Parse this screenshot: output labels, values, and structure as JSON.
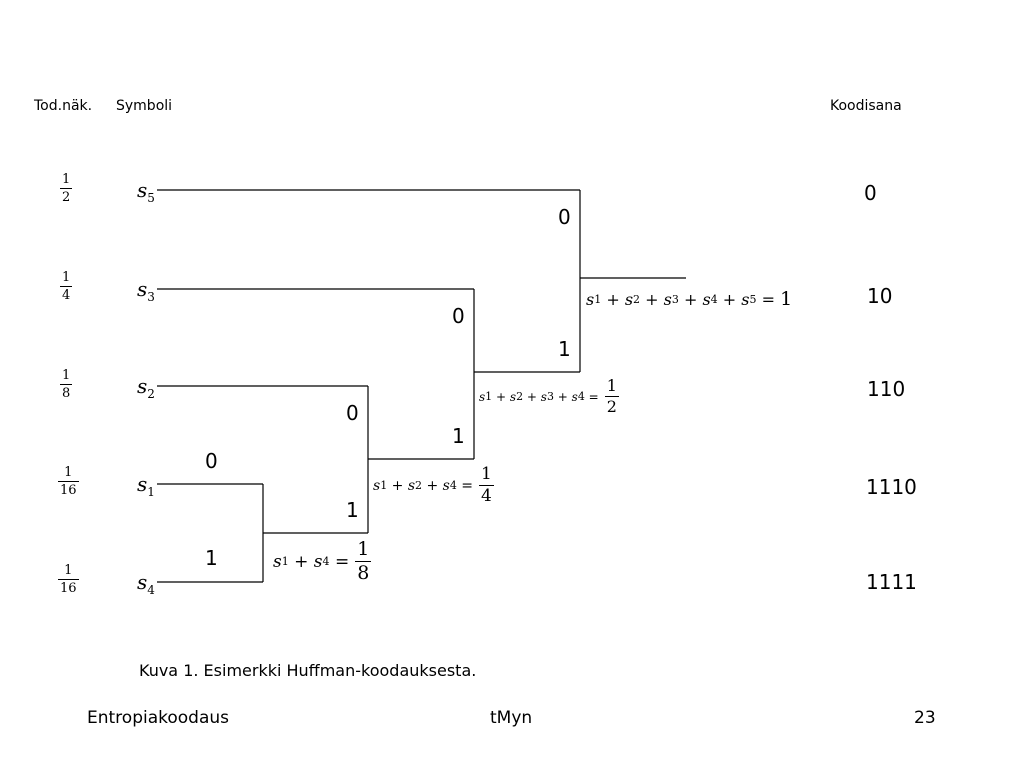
{
  "headers": {
    "probability": "Tod.näk.",
    "symbol": "Symboli",
    "codeword": "Koodisana"
  },
  "rows": [
    {
      "prob_num": "1",
      "prob_den": "2",
      "sym": "s",
      "sub": "5",
      "code": "0"
    },
    {
      "prob_num": "1",
      "prob_den": "4",
      "sym": "s",
      "sub": "3",
      "code": "10"
    },
    {
      "prob_num": "1",
      "prob_den": "8",
      "sym": "s",
      "sub": "2",
      "code": "110"
    },
    {
      "prob_num": "1",
      "prob_den": "16",
      "sym": "s",
      "sub": "1",
      "code": "1110"
    },
    {
      "prob_num": "1",
      "prob_den": "16",
      "sym": "s",
      "sub": "4",
      "code": "1111"
    }
  ],
  "branch_labels": {
    "m1_top": "0",
    "m1_bot": "1",
    "m2_top": "0",
    "m2_bot": "1",
    "m3_top": "0",
    "m3_bot": "1",
    "m4_top": "0",
    "m4_bot": "1"
  },
  "sums": {
    "m1": {
      "s": "s",
      "a": "1",
      "b": "4",
      "num": "1",
      "den": "8"
    },
    "m2": {
      "s": "s",
      "a": "1",
      "b": "2",
      "c": "4",
      "num": "1",
      "den": "4"
    },
    "m3": {
      "s": "s",
      "a": "1",
      "b": "2",
      "c": "3",
      "d": "4",
      "num": "1",
      "den": "2"
    },
    "m4": {
      "s": "s",
      "a": "1",
      "b": "2",
      "c": "3",
      "d": "4",
      "e": "5",
      "result": "1"
    }
  },
  "ops": {
    "plus": "+",
    "equals": "="
  },
  "caption": "Kuva 1. Esimerkki Huffman-koodauksesta.",
  "footer": {
    "left": "Entropiakoodaus",
    "center": "tMyn",
    "right": "23"
  }
}
